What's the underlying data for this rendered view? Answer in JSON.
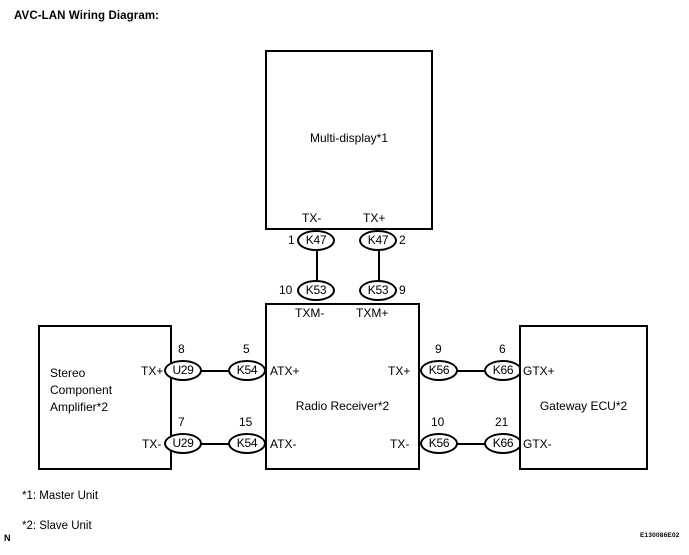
{
  "page": {
    "title": "AVC-LAN Wiring Diagram:",
    "reference_code": "E130086E02",
    "corner_mark": "N"
  },
  "boxes": {
    "multi_display": {
      "label": "Multi-display*1"
    },
    "radio_receiver": {
      "label": "Radio Receiver*2"
    },
    "stereo_amplifier": {
      "label": "Stereo\nComponent\nAmplifier*2"
    },
    "gateway_ecu": {
      "label": "Gateway ECU*2"
    }
  },
  "terminal_labels": {
    "display_tx_minus": "TX-",
    "display_tx_plus": "TX+",
    "radio_txm_minus": "TXM-",
    "radio_txm_plus": "TXM+",
    "radio_atx_plus": "ATX+",
    "radio_atx_minus": "ATX-",
    "radio_tx_plus": "TX+",
    "radio_tx_minus": "TX-",
    "amp_tx_plus": "TX+",
    "amp_tx_minus": "TX-",
    "gateway_gtx_plus": "GTX+",
    "gateway_gtx_minus": "GTX-"
  },
  "connectors": {
    "k47_left": {
      "code": "K47",
      "pin": "1"
    },
    "k47_right": {
      "code": "K47",
      "pin": "2"
    },
    "k53_left": {
      "code": "K53",
      "pin": "10"
    },
    "k53_right": {
      "code": "K53",
      "pin": "9"
    },
    "u29_top": {
      "code": "U29",
      "pin": "8"
    },
    "u29_bottom": {
      "code": "U29",
      "pin": "7"
    },
    "k54_top": {
      "code": "K54",
      "pin": "5"
    },
    "k54_bottom": {
      "code": "K54",
      "pin": "15"
    },
    "k56_top": {
      "code": "K56",
      "pin": "9"
    },
    "k56_bottom": {
      "code": "K56",
      "pin": "10"
    },
    "k66_top": {
      "code": "K66",
      "pin": "6"
    },
    "k66_bottom": {
      "code": "K66",
      "pin": "21"
    }
  },
  "footnotes": [
    {
      "text": "*1: Master Unit"
    },
    {
      "text": "*2: Slave Unit"
    }
  ]
}
